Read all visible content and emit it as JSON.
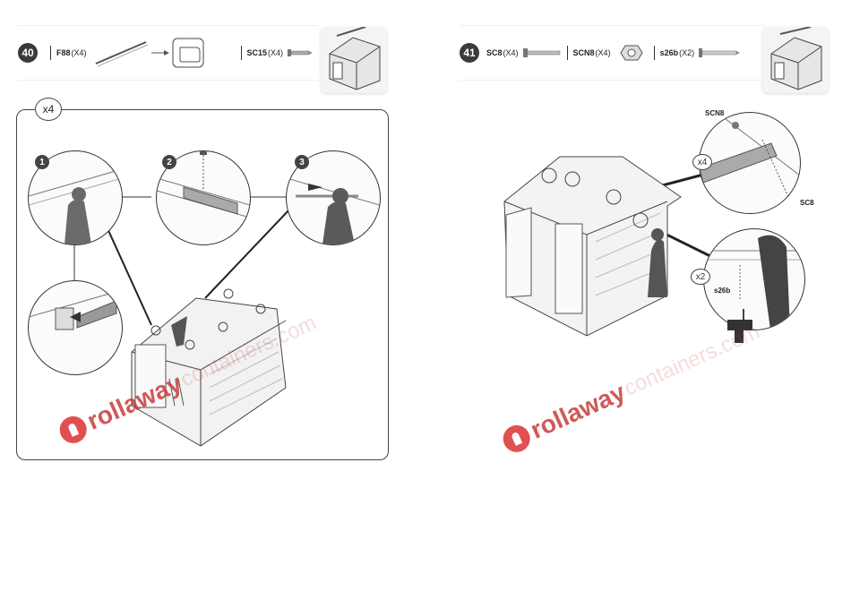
{
  "step40": {
    "number": "40",
    "parts": [
      {
        "code": "F88",
        "qty": "(X4)"
      },
      {
        "code": "SC15",
        "qty": "(X4)"
      }
    ],
    "multiplier": "x4",
    "substeps": [
      "1",
      "2",
      "3"
    ]
  },
  "step41": {
    "number": "41",
    "parts": [
      {
        "code": "SC8",
        "qty": "(X4)"
      },
      {
        "code": "SCN8",
        "qty": "(X4)"
      },
      {
        "code": "s26b",
        "qty": "(X2)"
      }
    ],
    "callouts": {
      "top_multiplier": "x4",
      "top_label_a": "SCN8",
      "top_label_b": "SC8",
      "bottom_multiplier": "x2",
      "bottom_label": "s26b"
    }
  },
  "watermark": {
    "brand": "rollaway",
    "sub": "containers.com"
  },
  "colors": {
    "badge": "#3a3a3a",
    "watermark": "#e05050",
    "line": "#333333"
  }
}
